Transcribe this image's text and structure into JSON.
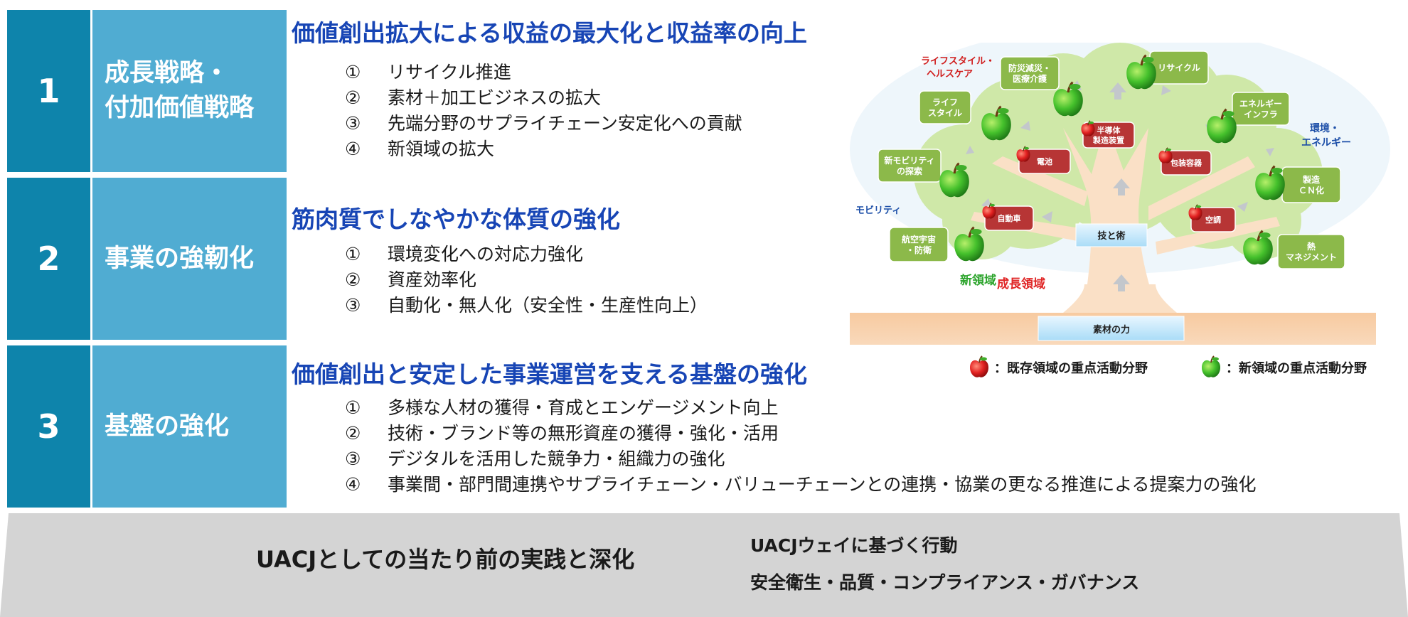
{
  "strategies": [
    {
      "number": "1",
      "label": "成長戦略・\n付加価値戦略",
      "heading": "価値創出拡大による収益の最大化と収益率の向上",
      "items": [
        {
          "marker": "①",
          "text": "リサイクル推進"
        },
        {
          "marker": "②",
          "text": "素材＋加工ビジネスの拡大"
        },
        {
          "marker": "③",
          "text": "先端分野のサプライチェーン安定化への貢献"
        },
        {
          "marker": "④",
          "text": "新領域の拡大"
        }
      ]
    },
    {
      "number": "2",
      "label": "事業の強靭化",
      "heading": "筋肉質でしなやかな体質の強化",
      "items": [
        {
          "marker": "①",
          "text": "環境変化への対応力強化"
        },
        {
          "marker": "②",
          "text": "資産効率化"
        },
        {
          "marker": "③",
          "text": "自動化・無人化（安全性・生産性向上）"
        }
      ]
    },
    {
      "number": "3",
      "label": "基盤の強化",
      "heading": "価値創出と安定した事業運営を支える基盤の強化",
      "items": [
        {
          "marker": "①",
          "text": "多様な人材の獲得・育成とエンゲージメント向上"
        },
        {
          "marker": "②",
          "text": "技術・ブランド等の無形資産の獲得・強化・活用"
        },
        {
          "marker": "③",
          "text": "デジタルを活用した競争力・組織力の強化"
        },
        {
          "marker": "④",
          "text": "事業間・部門間連携やサプライチェーン・バリューチェーンとの連携・協業の更なる推進による提案力の強化"
        }
      ]
    }
  ],
  "foundation": {
    "title": "UACJとしての当たり前の実践と深化",
    "items": [
      "UACJウェイに基づく行動",
      "安全衛生・品質・コンプライアンス・ガバナンス"
    ]
  },
  "tree": {
    "categories": {
      "lifestyle": "ライフスタイル・\nヘルスケア",
      "environment": "環境・\nエネルギー",
      "mobility": "モビリティ"
    },
    "new_fields": [
      "防災減災・\n医療介護",
      "リサイクル",
      "ライフ\nスタイル",
      "エネルギー\nインフラ",
      "新モビリティ\nの探索",
      "製造\nＣＮ化",
      "航空宇宙\n・防衛",
      "熱\nマネジメント"
    ],
    "existing_fields": [
      "半導体\n製造装置",
      "電池",
      "包装容器",
      "自動車",
      "空調"
    ],
    "trunk_label": "技と術",
    "root_label": "素材の力",
    "new_area_label": "新領域",
    "growth_area_label": "成長領域"
  },
  "legend": {
    "existing": "：既存領域の重点活動分野",
    "new": "：新領域の重点活動分野"
  },
  "colors": {
    "number_bg": "#0e84ab",
    "label_bg": "#50acd2",
    "heading": "#1745b5",
    "red_apple": "#e02020",
    "green_apple": "#3db62a",
    "existing_box": "#b73535",
    "new_box": "#8cb94a",
    "new_text": "#2ea52e",
    "growth_text": "#e02626",
    "category_blue": "#1d4fa8",
    "category_red": "#d01c1c"
  }
}
